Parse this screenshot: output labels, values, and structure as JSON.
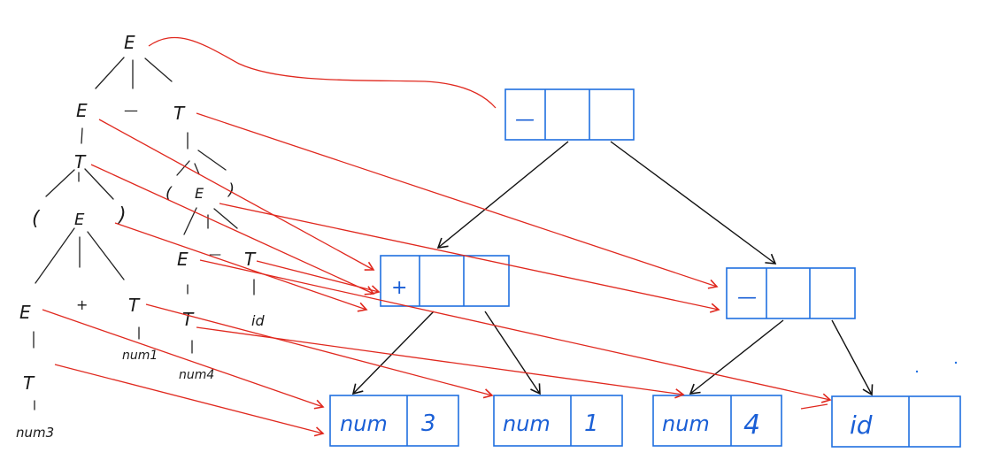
{
  "parse_tree": {
    "labels": {
      "root_E": "E",
      "e1": "E",
      "minus1": "—",
      "t1": "T",
      "t2": "T",
      "paren_open1": "(",
      "e2": "E",
      "paren_close1": ")",
      "paren_open2": "(",
      "e3": "E",
      "paren_close2": ")",
      "e4": "E",
      "plus": "+",
      "t3": "T",
      "e5": "E",
      "minus2": "—",
      "t4": "T",
      "t5": "T",
      "num1": "num1",
      "t6": "T",
      "num4": "num4",
      "id": "id",
      "num3": "num3"
    }
  },
  "dag": {
    "op_minus_root": "—",
    "op_plus": "+",
    "op_minus": "—",
    "leaf_num3_a": "num",
    "leaf_num3_b": "3",
    "leaf_num1_a": "num",
    "leaf_num1_b": "1",
    "leaf_num4_a": "num",
    "leaf_num4_b": "4",
    "leaf_id_a": "id"
  },
  "colors": {
    "box_stroke": "#1f6fe0",
    "box_text": "#1a5fd6",
    "red_arrow": "#e0281e",
    "tree_line": "#222222",
    "dag_arrow": "#111111"
  }
}
